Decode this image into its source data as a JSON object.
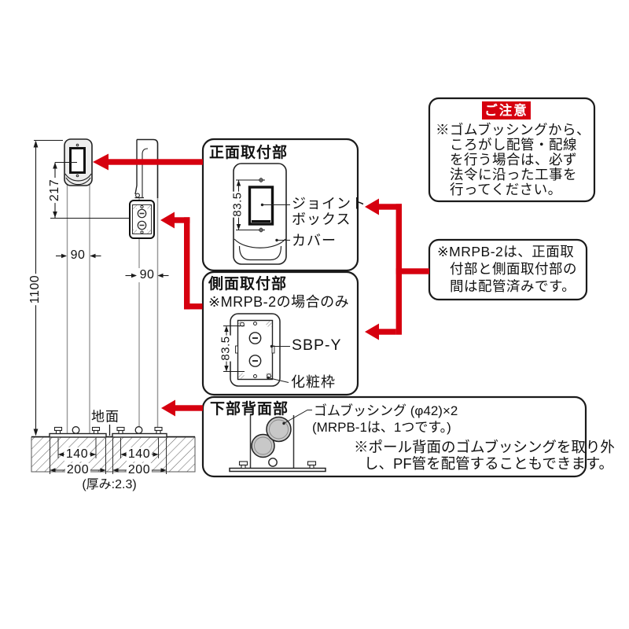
{
  "colors": {
    "arrow_red": "#d6000f",
    "line_black": "#1a1a1a",
    "bushing_gray": "#c8c8c8"
  },
  "pole_diagram": {
    "dim_height_overall": "1100",
    "dim_top_offset": "217",
    "dim_width_front": "90",
    "dim_width_side": "90",
    "ground_label": "地面",
    "dim_bolt_pitch_front": "140",
    "dim_base_width_front": "200",
    "dim_bolt_pitch_side": "140",
    "dim_base_width_side": "200",
    "thickness_note": "(厚み:2.3)"
  },
  "front_mount_panel": {
    "title": "正面取付部",
    "dim_pitch": "83.5",
    "joint_box_label": [
      "ジョイント",
      "ボックス"
    ],
    "cover_label": "カバー"
  },
  "side_mount_panel": {
    "title": "側面取付部",
    "subtitle": "※MRPB-2の場合のみ",
    "dim_pitch": "83.5",
    "box_label": "SBP-Y",
    "frame_label": "化粧枠"
  },
  "bottom_rear_panel": {
    "title": "下部背面部",
    "bushing_label": [
      "ゴムブッシング (φ42)×2",
      "(MRPB-1は、1つです。)"
    ],
    "note": [
      "※ポール背面のゴムブッシングを取り外",
      "し、PF管を配管することもできます。"
    ]
  },
  "caution_box": {
    "badge": "ご注意",
    "lines": [
      "※ゴムブッシングから、",
      "ころがし配管・配線",
      "を行う場合は、必ず",
      "法令に沿った工事を",
      "行ってください。"
    ]
  },
  "piping_note_box": {
    "lines": [
      "※MRPB-2は、正面取",
      "付部と側面取付部の",
      "間は配管済みです。"
    ]
  }
}
